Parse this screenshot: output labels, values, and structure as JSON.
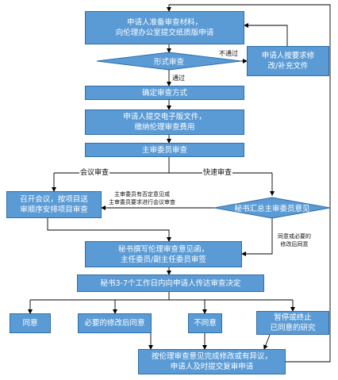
{
  "nodes": {
    "submit_materials": "申请人准备审查材料，\n向伦理办公室提交纸质版申请",
    "formal_review": "形式审查",
    "revise_supplement": "申请人按要求修\n改/补充文件",
    "determine_method": "确定审查方式",
    "submit_electronic": "申请人提交电子版文件，\n缴纳伦理审查费用",
    "chief_reviewer": "主审委员审查",
    "convene_meeting": "召开会议，按项目送\n审顺序安排项目审查",
    "secretary_summarize": "秘书汇总主审委员意见",
    "secretary_draft": "秘书撰写伦理审查意见函，\n主任委员/副主任委员审签",
    "secretary_transmit": "秘书3-7个工作日内向申请人传达审查决定",
    "outcome_approve": "同意",
    "outcome_approve_after_revision": "必要的修改后同意",
    "outcome_disapprove": "不同意",
    "outcome_suspend": "暂停或终止\n已同意的研究",
    "appeal": "按伦理审查意见完成修改或有异议，\n申请人及时提交复审申请"
  },
  "edge_labels": {
    "fail": "不通过",
    "pass": "通过",
    "meeting_review": "会议审查",
    "expedited_review": "快速审查",
    "objection_to_meeting": "主审委员有否定意见或\n主审委员要求进行会议审查",
    "agree_or_revise": "同意或必要的\n修改后同意"
  },
  "colors": {
    "box_fill": "#5b9bd5",
    "box_border": "#2f6ea8",
    "line": "#000000",
    "text_on_box": "#ffffff"
  }
}
